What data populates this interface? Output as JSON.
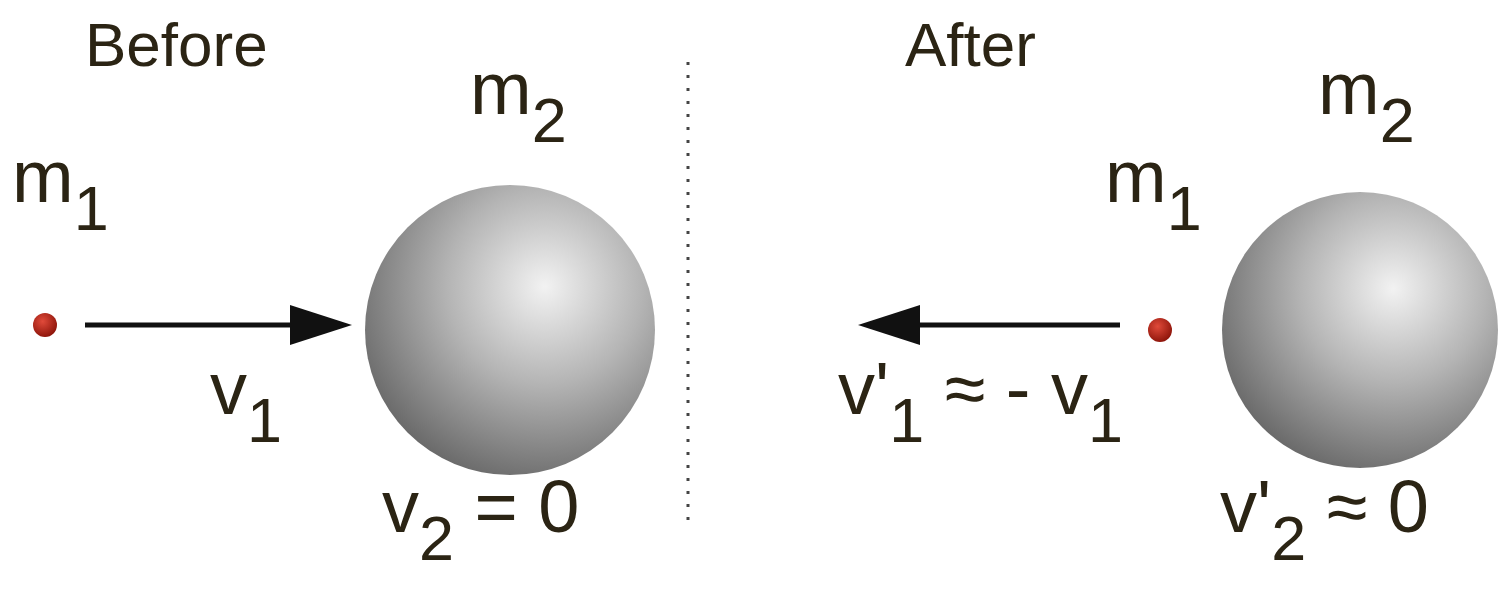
{
  "diagram": {
    "labels": [
      "Before",
      "After",
      "m2",
      "m1",
      "v1",
      "v2 = 0",
      "m2",
      "m1",
      "v'1 ≈ - v1",
      "v'2 ≈ 0"
    ]
  }
}
